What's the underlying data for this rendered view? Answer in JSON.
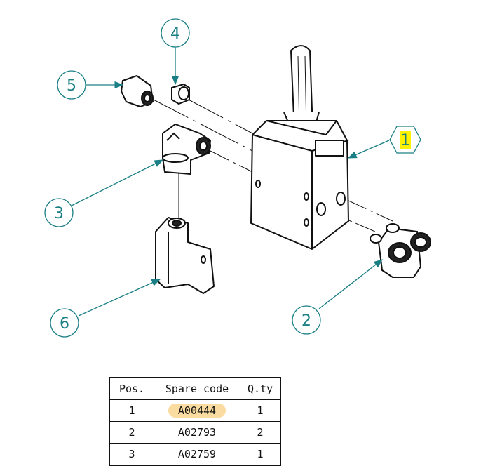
{
  "callouts": [
    {
      "label": "1",
      "highlight": true
    },
    {
      "label": "2"
    },
    {
      "label": "3"
    },
    {
      "label": "4"
    },
    {
      "label": "5"
    },
    {
      "label": "6"
    }
  ],
  "table": {
    "headers": [
      "Pos.",
      "Spare code",
      "Q.ty"
    ],
    "rows": [
      {
        "pos": "1",
        "code": "A00444",
        "qty": "1",
        "highlight": true
      },
      {
        "pos": "2",
        "code": "A02793",
        "qty": "2"
      },
      {
        "pos": "3",
        "code": "A02759",
        "qty": "1"
      }
    ]
  },
  "colors": {
    "callout": "#1a7f85",
    "label_highlight": "#fff200",
    "code_highlight": "#fbdca0",
    "line": "#111111"
  }
}
